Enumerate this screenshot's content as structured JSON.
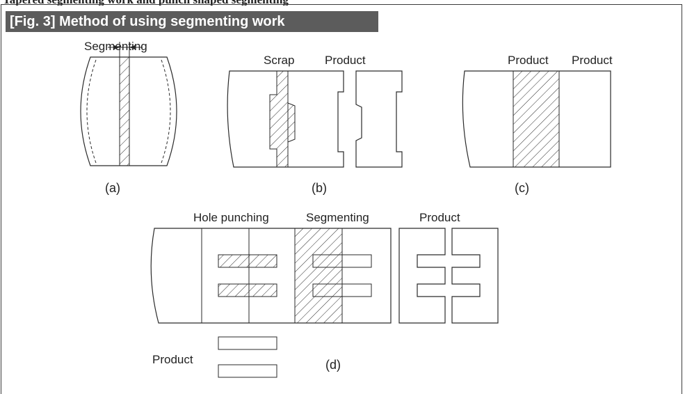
{
  "header_cut_text": "Tapered segmenting work and punch shaped segmenting",
  "figure": {
    "title": "[Fig. 3] Method of using segmenting work"
  },
  "panels": {
    "a": {
      "caption": "(a)",
      "label": "Segmenting"
    },
    "b": {
      "caption": "(b)",
      "label_scrap": "Scrap",
      "label_product": "Product"
    },
    "c": {
      "caption": "(c)",
      "label_product_left": "Product",
      "label_product_right": "Product"
    },
    "d": {
      "caption": "(d)",
      "label_hole_punching": "Hole punching",
      "label_segmenting": "Segmenting",
      "label_product": "Product",
      "label_product_pieces": "Product"
    }
  },
  "colors": {
    "title_bar": "#5c5c5c",
    "line": "#2a2a2a"
  }
}
